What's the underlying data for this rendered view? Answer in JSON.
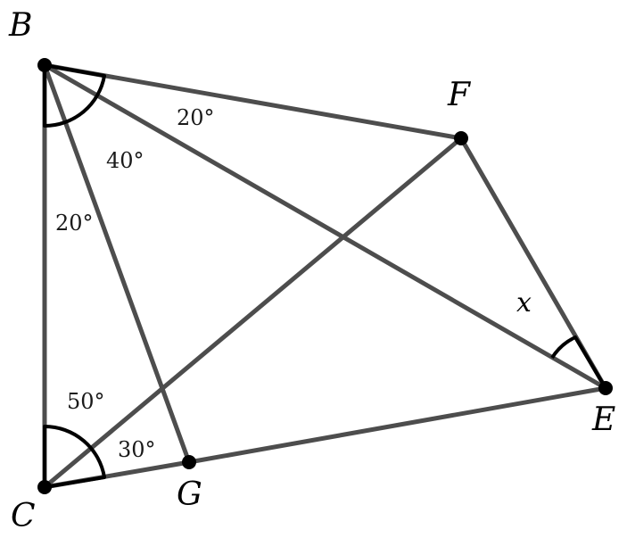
{
  "points": {
    "B": {
      "label": "B"
    },
    "C": {
      "label": "C"
    },
    "E": {
      "label": "E"
    },
    "F": {
      "label": "F"
    },
    "G": {
      "label": "G"
    }
  },
  "angles": {
    "b_top": "20°",
    "b_mid": "40°",
    "b_left": "20°",
    "c_upper": "50°",
    "c_lower": "30°",
    "e": "x"
  },
  "segments": [
    {
      "name": "segment-b-c",
      "from": "B",
      "to": "C"
    },
    {
      "name": "segment-b-f",
      "from": "B",
      "to": "F"
    },
    {
      "name": "segment-b-e",
      "from": "B",
      "to": "E"
    },
    {
      "name": "segment-b-g",
      "from": "B",
      "to": "G"
    },
    {
      "name": "segment-c-g",
      "from": "C",
      "to": "G"
    },
    {
      "name": "segment-g-e",
      "from": "G",
      "to": "E"
    },
    {
      "name": "segment-c-f",
      "from": "C",
      "to": "F"
    },
    {
      "name": "segment-f-e",
      "from": "F",
      "to": "E"
    }
  ],
  "colors": {
    "segment": "#4d4d4d",
    "marker": "#000000"
  }
}
